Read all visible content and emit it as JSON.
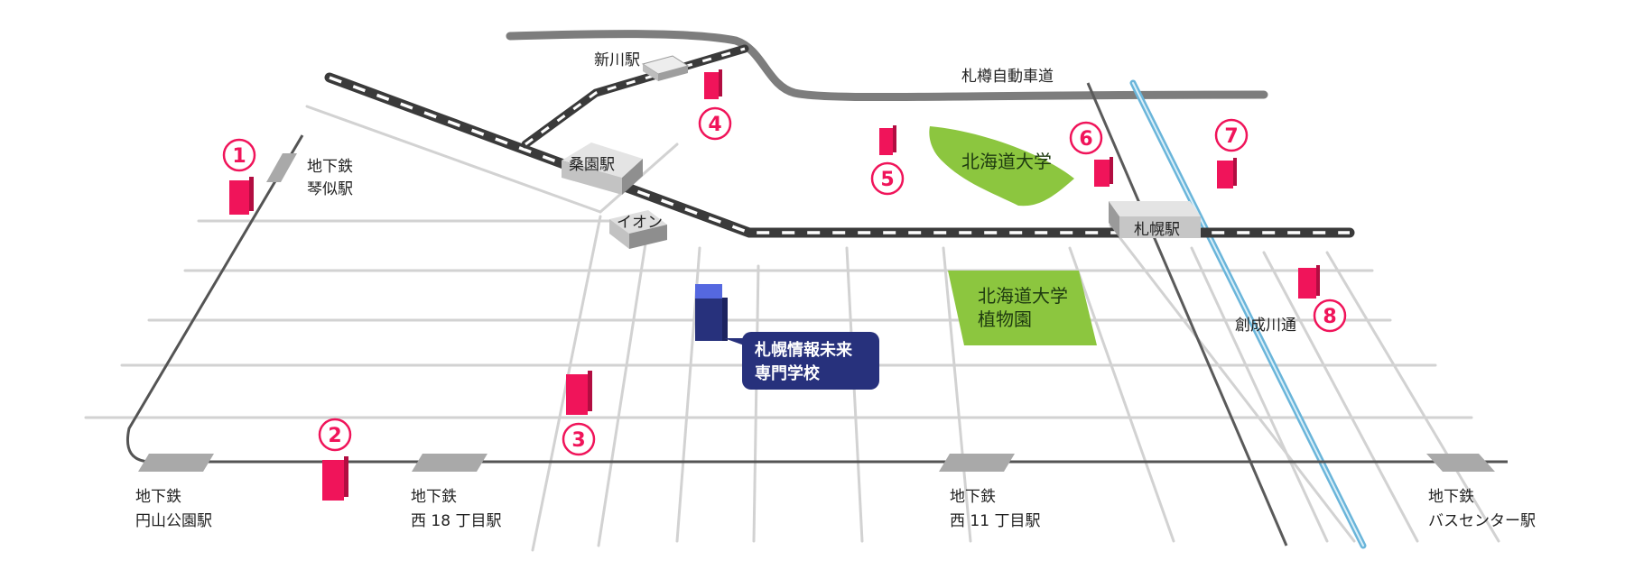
{
  "colors": {
    "street": "#d2d2d2",
    "rail": "#3a3a3a",
    "road": "#7d7d7d",
    "park": "#8cc63f",
    "station_pad": "#a9a9a9",
    "marker": "#f0145a",
    "school": "#27317c",
    "river": "#6ab5da"
  },
  "labels": {
    "shinkawa": "新川駅",
    "expressway": "札樽自動車道",
    "kotoni": [
      "地下鉄",
      "琴似駅"
    ],
    "souen": "桑園駅",
    "aeon": "イオン",
    "sapporo": "札幌駅",
    "hokudai": "北海道大学",
    "garden": [
      "北海道大学",
      "植物園"
    ],
    "sosei": "創成川通",
    "school": [
      "札幌情報未来",
      "専門学校"
    ],
    "maruyama": [
      "地下鉄",
      "円山公園駅"
    ],
    "nishi18": [
      "地下鉄",
      "西 18 丁目駅"
    ],
    "nishi11": [
      "地下鉄",
      "西 11 丁目駅"
    ],
    "bus_center": [
      "地下鉄",
      "バスセンター駅"
    ]
  },
  "markers": [
    {
      "label": "1"
    },
    {
      "label": "2"
    },
    {
      "label": "3"
    },
    {
      "label": "4"
    },
    {
      "label": "5"
    },
    {
      "label": "6"
    },
    {
      "label": "7"
    },
    {
      "label": "8"
    }
  ]
}
